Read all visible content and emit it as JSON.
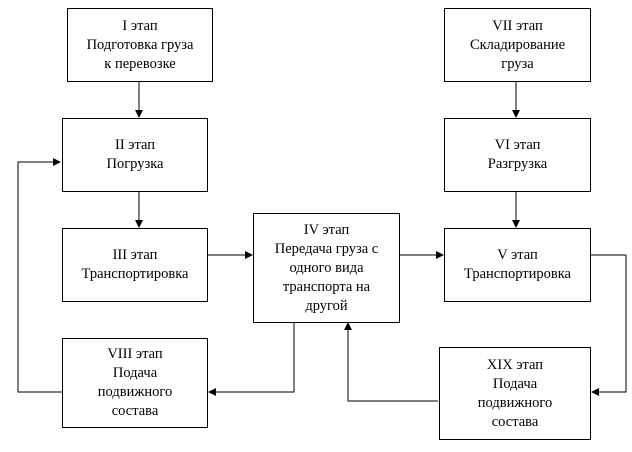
{
  "colors": {
    "line": "#000000",
    "box_fill": "#ffffff",
    "text": "#000000"
  },
  "stages": {
    "s1": {
      "title": "I этап",
      "lines": [
        "Подготовка груза",
        "к перевозке"
      ]
    },
    "s2": {
      "title": "II этап",
      "lines": [
        "Погрузка"
      ]
    },
    "s3": {
      "title": "III этап",
      "lines": [
        "Транспортировка"
      ]
    },
    "s4": {
      "title": "IV этап",
      "lines": [
        "Передача груза с",
        "одного вида",
        "транспорта на",
        "другой"
      ]
    },
    "s5": {
      "title": "V этап",
      "lines": [
        "Транспортировка"
      ]
    },
    "s6": {
      "title": "VI этап",
      "lines": [
        "Разгрузка"
      ]
    },
    "s7": {
      "title": "VII этап",
      "lines": [
        "Складирование",
        "груза"
      ]
    },
    "s8": {
      "title": "VIII этап",
      "lines": [
        "Подача",
        "подвижного",
        "состава"
      ]
    },
    "s9": {
      "title": "XIX этап",
      "lines": [
        "Подача",
        "подвижного",
        "состава"
      ]
    }
  }
}
